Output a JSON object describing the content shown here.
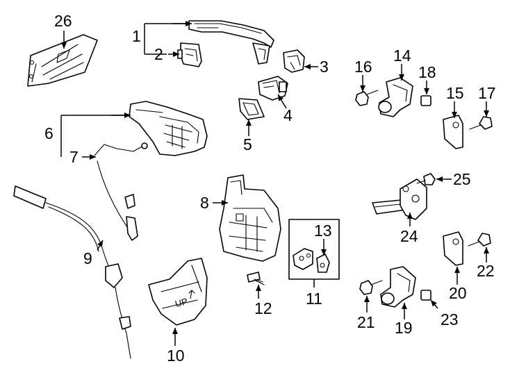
{
  "diagram": {
    "callouts": [
      "1",
      "2",
      "3",
      "4",
      "5",
      "6",
      "7",
      "8",
      "9",
      "10",
      "11",
      "12",
      "13",
      "14",
      "15",
      "16",
      "17",
      "18",
      "19",
      "20",
      "21",
      "22",
      "23",
      "24",
      "25",
      "26"
    ],
    "part_stamp_text": "UP"
  }
}
